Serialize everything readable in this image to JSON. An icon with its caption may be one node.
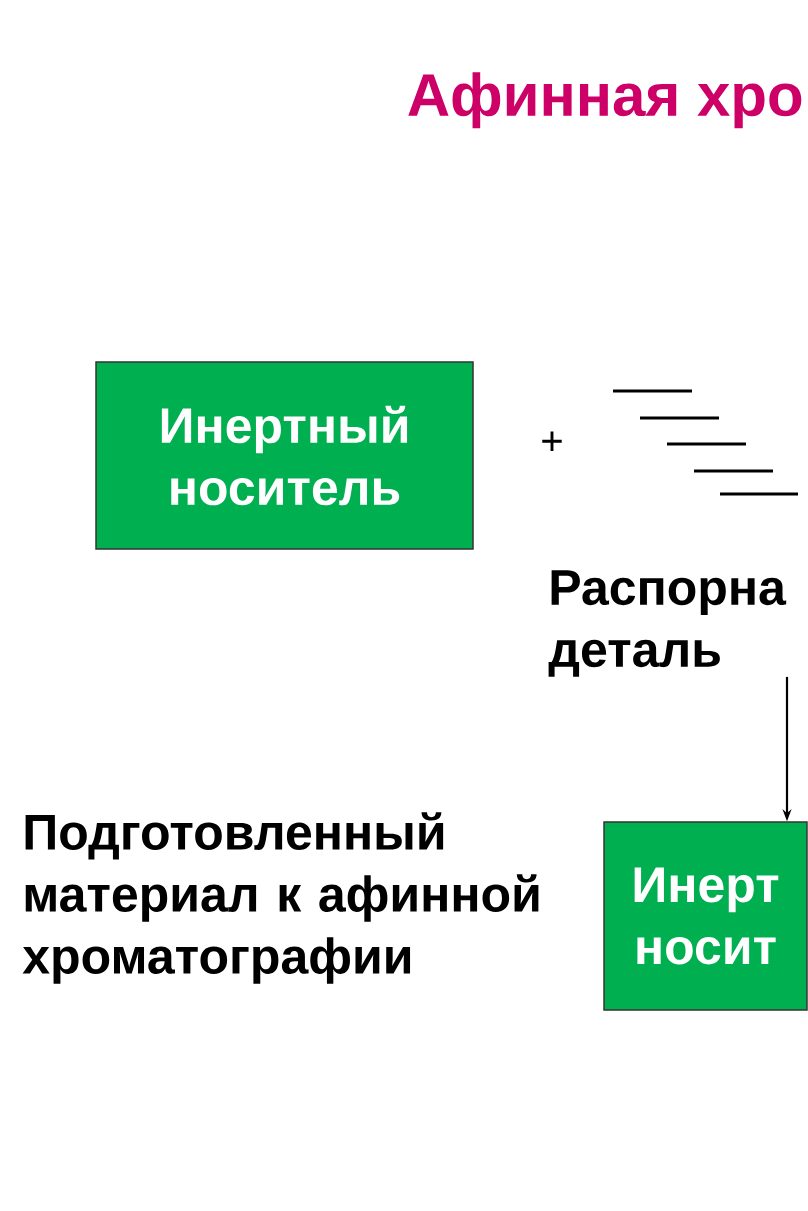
{
  "diagram": {
    "title": "Афинная хро",
    "nodes": [
      {
        "text": [
          "Инертный носитель"
        ]
      },
      {
        "text": [
          "Распорна деталь"
        ]
      },
      {
        "text": [
          "Инерт носит"
        ]
      }
    ],
    "edges": [
      {
        "from": 1,
        "to": 2,
        "arrow": "to"
      }
    ],
    "labels": [
      "+",
      "Подготовленный материал к афинной хроматографии"
    ]
  }
}
